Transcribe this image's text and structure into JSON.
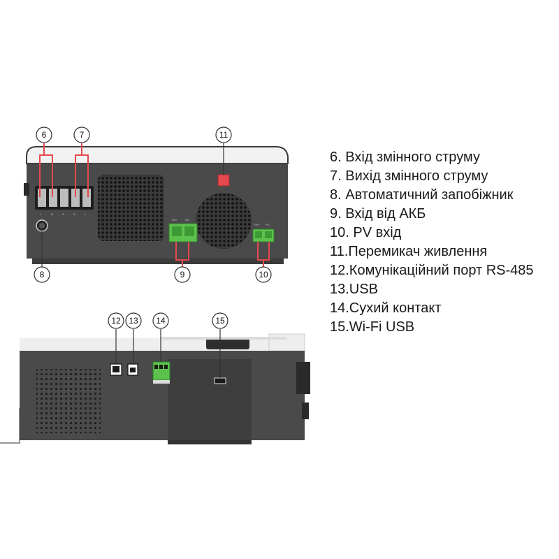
{
  "callouts": {
    "c6": "6",
    "c7": "7",
    "c8": "8",
    "c9": "9",
    "c10": "10",
    "c11": "11",
    "c12": "12",
    "c13": "13",
    "c14": "14",
    "c15": "15"
  },
  "panel_labels": {
    "ac_terminals": [
      "L",
      "N",
      "G",
      "N",
      "L"
    ],
    "dc_minus": "DC-",
    "dc_plus": "DC+",
    "pv_minus": "PV-",
    "pv_plus": "PV+"
  },
  "legend": {
    "items": [
      "6.  Вхід змінного струму",
      "7.  Вихід змінного струму",
      "8.  Автоматичний запобіжник",
      "9.  Вхід від АКБ",
      "10. PV вхід",
      "11.Перемикач живлення",
      "12.Комунікаційний порт RS-485",
      "13.USB",
      "14.Сухий контакт",
      "15.Wi-Fi USB"
    ]
  },
  "colors": {
    "housing_dark": "#4a4a4a",
    "housing_light": "#f0f0f0",
    "terminal_green": "#5cc24d",
    "switch_red": "#e5484d"
  }
}
